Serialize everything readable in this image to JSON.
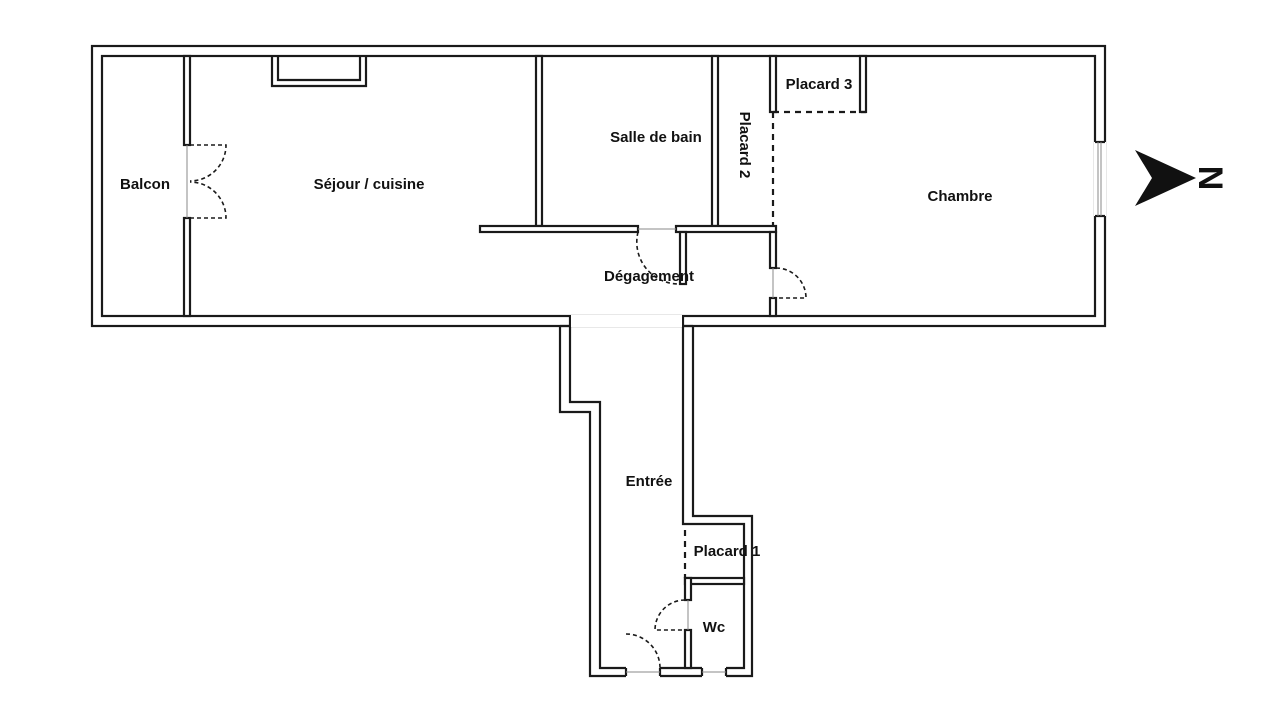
{
  "rooms": {
    "balcon": "Balcon",
    "sejour": "Séjour / cuisine",
    "salle_de_bain": "Salle de bain",
    "placard_2": "Placard 2",
    "placard_3": "Placard 3",
    "chambre": "Chambre",
    "degagement": "Dégagement",
    "entree": "Entrée",
    "placard_1": "Placard 1",
    "wc": "Wc"
  },
  "compass": {
    "letter": "N",
    "icon": "north-arrow-icon"
  },
  "colors": {
    "wall": "#1a1a1a",
    "background": "#ffffff"
  }
}
